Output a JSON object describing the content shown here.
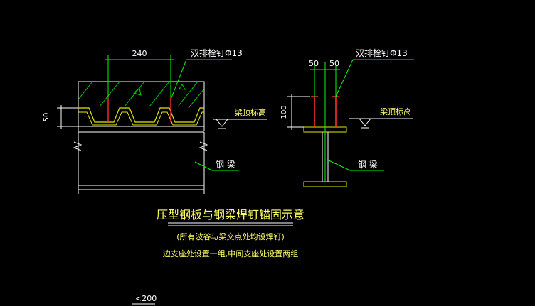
{
  "colors": {
    "background": "#000000",
    "outline": "#ffffff",
    "concrete_hatch": "#00c800",
    "deck": "#e8e800",
    "stud": "#ff3030",
    "leader": "#00ff00",
    "title": "#ffff66",
    "dimension": "#ffffff"
  },
  "left_section": {
    "dim_spacing": "240",
    "dim_height": "50",
    "stud_label": "双排栓钉Φ13",
    "elev_label": "梁顶标高",
    "beam_label": "钢  梁"
  },
  "right_section": {
    "dim_left": "50",
    "dim_right": "50",
    "dim_height": "100",
    "stud_label": "双排栓钉Φ13",
    "elev_label": "梁顶标高",
    "beam_label": "钢  梁"
  },
  "title_block": {
    "title": "压型钢板与钢梁焊钉锚固示意",
    "note1": "(所有波谷与梁交点处均设焊钉)",
    "note2": "边支座处设置一组,中间支座处设置两组"
  },
  "fragment": {
    "dim_label": "<200"
  }
}
